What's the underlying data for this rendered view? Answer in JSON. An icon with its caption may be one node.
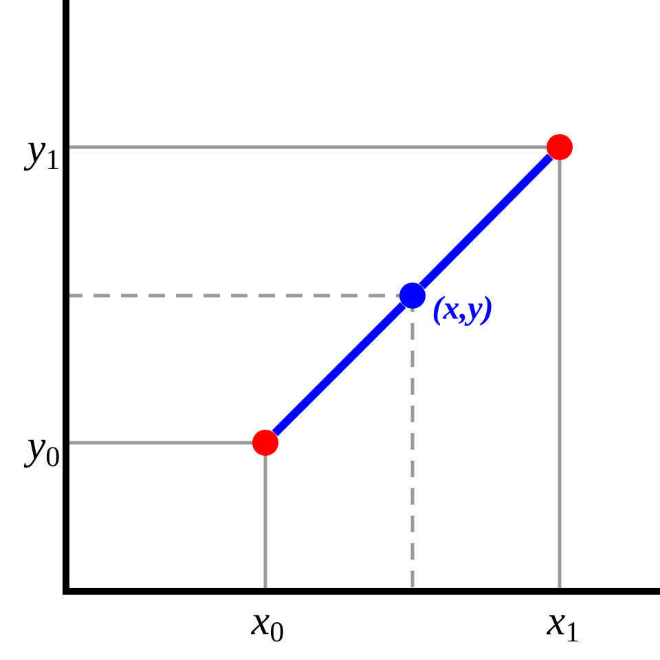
{
  "diagram": {
    "nodes": [
      {
        "text": [],
        "shape": "circle"
      },
      {
        "text": [],
        "shape": "circle",
        "beside": [
          "(x,y)"
        ]
      },
      {
        "text": [],
        "shape": "circle"
      }
    ],
    "edges": [
      {
        "from": 0,
        "to": 1,
        "arrow": "none"
      },
      {
        "from": 1,
        "to": 2,
        "arrow": "none"
      }
    ],
    "labels": [
      "*y*$_{1}$",
      "*y*$_{0}$",
      "*x*$_{0}$",
      "*x*$_{1}$"
    ]
  }
}
